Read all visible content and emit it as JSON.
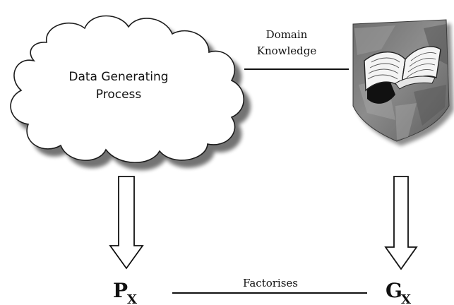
{
  "diagram": {
    "cloud_label_line1": "Data Generating",
    "cloud_label_line2": "Process",
    "domain_label_line1": "Domain",
    "domain_label_line2": "Knowledge",
    "factorises_label": "Factorises",
    "px": {
      "main": "P",
      "sub": "X"
    },
    "gx": {
      "main": "G",
      "sub": "X"
    },
    "book_icon": "open-book-icon"
  }
}
